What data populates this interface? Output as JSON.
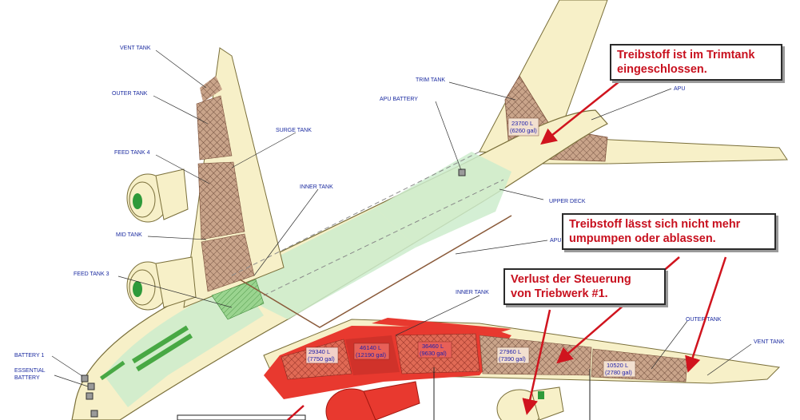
{
  "labels": {
    "vent_tank_left": "VENT TANK",
    "outer_tank_left": "OUTER TANK",
    "surge_tank": "SURGE TANK",
    "feed_tank_4": "FEED TANK 4",
    "inner_tank_left": "INNER TANK",
    "mid_tank": "MID TANK",
    "feed_tank_3": "FEED TANK 3",
    "battery_1": "BATTERY 1",
    "essential_battery_line1": "ESSENTIAL",
    "essential_battery_line2": "BATTERY",
    "trim_tank": "TRIM TANK",
    "apu_battery": "APU BATTERY",
    "apu_tail": "APU",
    "upper_deck": "UPPER DECK",
    "apu_fuselage": "APU",
    "inner_tank_right": "INNER TANK",
    "outer_tank_right": "OUTER TANK",
    "vent_tank_right": "VENT TANK"
  },
  "tank_values": {
    "trim_l": "23700 L",
    "trim_gal": "(6260 gal)",
    "t1_l": "29340 L",
    "t1_gal": "(7750 gal)",
    "t2_l": "46140 L",
    "t2_gal": "(12190 gal)",
    "t3_l": "36460 L",
    "t3_gal": "(9630 gal)",
    "t4_l": "27960 L",
    "t4_gal": "(7390 gal)",
    "t5_l": "10520 L",
    "t5_gal": "(2780 gal)"
  },
  "callouts": {
    "trim_line1": "Treibstoff ist im Trimtank",
    "trim_line2": "eingeschlossen.",
    "pump_line1": "Treibstoff lässt sich nicht mehr",
    "pump_line2": "umpumpen oder ablassen.",
    "engine_line1": "Verlust der Steuerung",
    "engine_line2": "von Triebwerk #1."
  },
  "colors": {
    "airframe": "#f7f0c8",
    "tank_hatch": "#c9a48a",
    "cabin_green": "#cdeccc",
    "red_wing": "#e8392f",
    "callout_text": "#c8101e"
  }
}
